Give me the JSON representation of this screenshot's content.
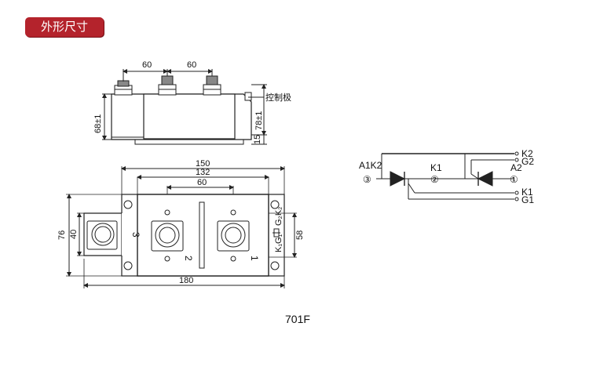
{
  "header": {
    "title": "外形尺寸",
    "color": "#b4232c"
  },
  "side_view": {
    "dim_top_left": "60",
    "dim_top_right": "60",
    "dim_height": "68±1",
    "dim_height_right": "78±1",
    "dim_base": "15",
    "callout_control": "控制极"
  },
  "plan_view": {
    "dim_150": "150",
    "dim_132": "132",
    "dim_60": "60",
    "dim_180": "180",
    "dim_76": "76",
    "dim_40": "40",
    "dim_58": "58",
    "terminal_3": "3",
    "terminal_2": "2",
    "terminal_1": "1",
    "gate_top": "G₂K₂",
    "gate_bottom": "K₁G₁"
  },
  "schematic": {
    "label_a1k2": "A1K2",
    "label_k1_top": "K1",
    "label_k2": "K2",
    "label_g2": "G2",
    "label_a2": "A2",
    "label_k1": "K1",
    "label_g1": "G1",
    "pin_3": "③",
    "pin_2": "②",
    "pin_1": "①"
  },
  "model": "701F"
}
